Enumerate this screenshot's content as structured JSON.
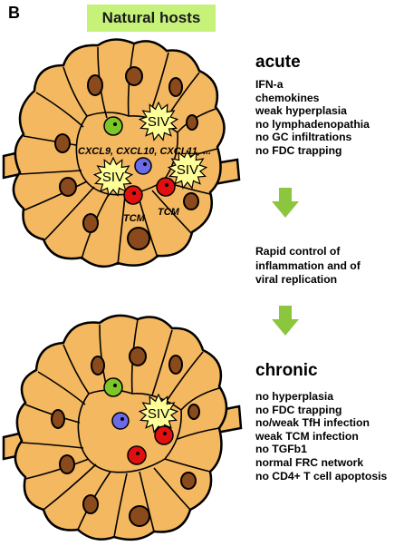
{
  "panel_letter": "B",
  "header": "Natural hosts",
  "acute": {
    "title": "acute",
    "items": [
      "IFN-a",
      "chemokines",
      "weak hyperplasia",
      "no lymphadenopathia",
      "no GC infiltrations",
      "no FDC trapping"
    ],
    "siv_label": "SIV",
    "chemokine_label": "CXCL9, CXCL10, CXCL11, ...",
    "tcm_label": "TCM"
  },
  "transition": {
    "lines": [
      "Rapid control of",
      "inflammation and of",
      "viral replication"
    ]
  },
  "chronic": {
    "title": "chronic",
    "items": [
      "no hyperplasia",
      "no FDC trapping",
      "no/weak TfH infection",
      "weak TCM infection",
      "no TGFb1",
      "normal FRC network",
      "no CD4+ T cell apoptosis"
    ],
    "siv_label": "SIV"
  },
  "colors": {
    "header_bg": "#c6f27a",
    "node_fill": "#f4b860",
    "node_stroke": "#000000",
    "follicle": "#8a4a1c",
    "arrow": "#8cc63f",
    "siv_burst": "#ffff99",
    "cell_green": "#7cc62a",
    "cell_blue": "#6b6be8",
    "cell_red": "#e01010"
  }
}
